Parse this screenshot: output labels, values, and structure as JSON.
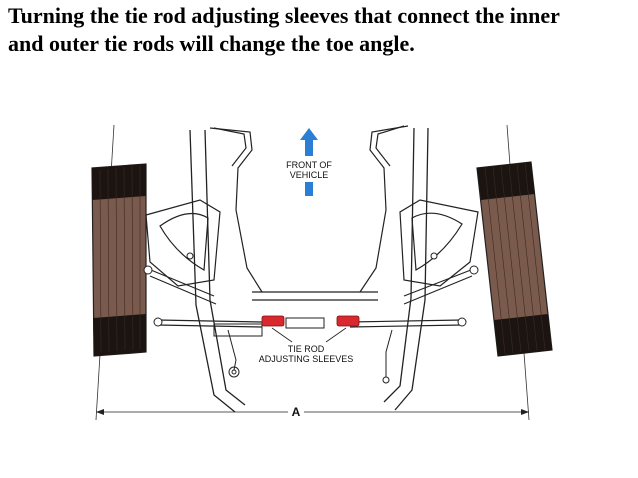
{
  "caption": {
    "line1": "Turning the tie rod adjusting sleeves that connect the inner",
    "line2": "and outer tie rods will change the toe angle."
  },
  "diagram": {
    "front_label_line1": "FRONT OF",
    "front_label_line2": "VEHICLE",
    "sleeve_label_line1": "TIE ROD",
    "sleeve_label_line2": "ADJUSTING SLEEVES",
    "dimension_label": "A",
    "colors": {
      "arrow": "#2a7fd4",
      "sleeve": "#d9292e",
      "tire": "#7a5a4c",
      "tire_dark": "#1b1411",
      "line": "#222222"
    }
  }
}
